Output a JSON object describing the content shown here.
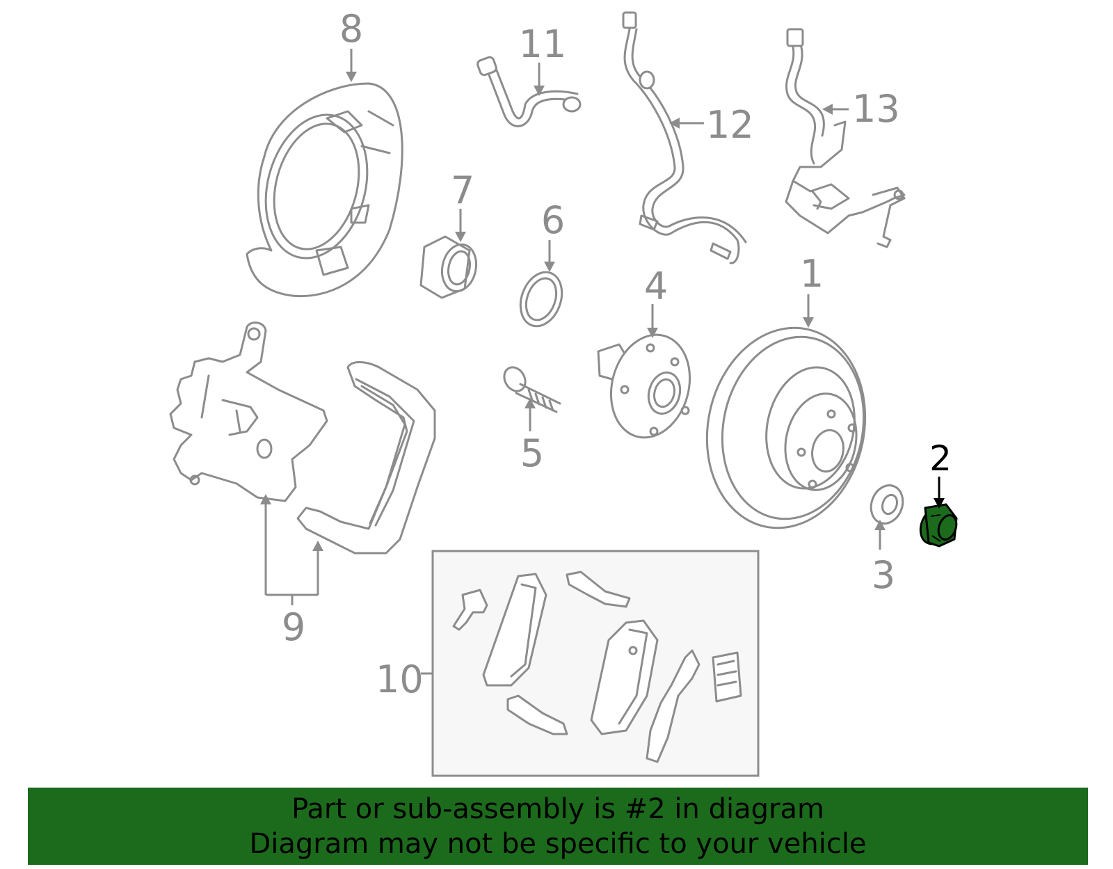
{
  "callouts": {
    "c1": "1",
    "c2": "2",
    "c3": "3",
    "c4": "4",
    "c5": "5",
    "c6": "6",
    "c7": "7",
    "c8": "8",
    "c9": "9",
    "c10": "10",
    "c11": "11",
    "c12": "12",
    "c13": "13"
  },
  "highlighted_part": "2",
  "colors": {
    "highlight": "#1c6b1c",
    "line": "#8c8c8c",
    "banner": "#1c6b1c"
  },
  "banner": {
    "line1": "Part or sub-assembly is #2 in diagram",
    "line2": "Diagram may not be specific to your vehicle"
  }
}
